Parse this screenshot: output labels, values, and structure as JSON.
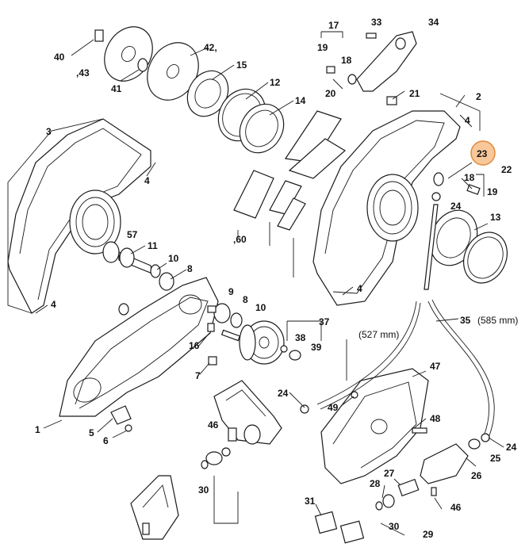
{
  "labels": {
    "l1": "1",
    "l2": "2",
    "l3": "3",
    "l4a": "4",
    "l4b": "4",
    "l4c": "4",
    "l4d": "4",
    "l5": "5",
    "l6": "6",
    "l7": "7",
    "l8a": "8",
    "l8b": "8",
    "l9": "9",
    "l10a": "10",
    "l10b": "10",
    "l11": "11",
    "l12": "12",
    "l13": "13",
    "l14": "14",
    "l15": "15",
    "l16": "16",
    "l17": "17",
    "l18a": "18",
    "l18b": "18",
    "l19a": "19",
    "l19b": "19",
    "l20": "20",
    "l21": "21",
    "l22": "22",
    "l23": "23",
    "l24a": "24",
    "l24b": "24",
    "l24c": "24",
    "l25": "25",
    "l26": "26",
    "l27": "27",
    "l28": "28",
    "l29": "29",
    "l30a": "30",
    "l30b": "30",
    "l31": "31",
    "l33": "33",
    "l34": "34",
    "l35": "35",
    "l37": "37",
    "l38": "38",
    "l39": "39",
    "l40": "40",
    "l41": "41",
    "l42": "42,",
    "l43": ",43",
    "l46a": "46",
    "l46b": "46",
    "l47": "47",
    "l48": "48",
    "l49": "49",
    "l57": "57",
    "l60": ",60"
  },
  "notes": {
    "len527": "(527 mm)",
    "len585": "(585 mm)"
  },
  "highlight": {
    "part": "23",
    "color": "#f8c89a"
  }
}
